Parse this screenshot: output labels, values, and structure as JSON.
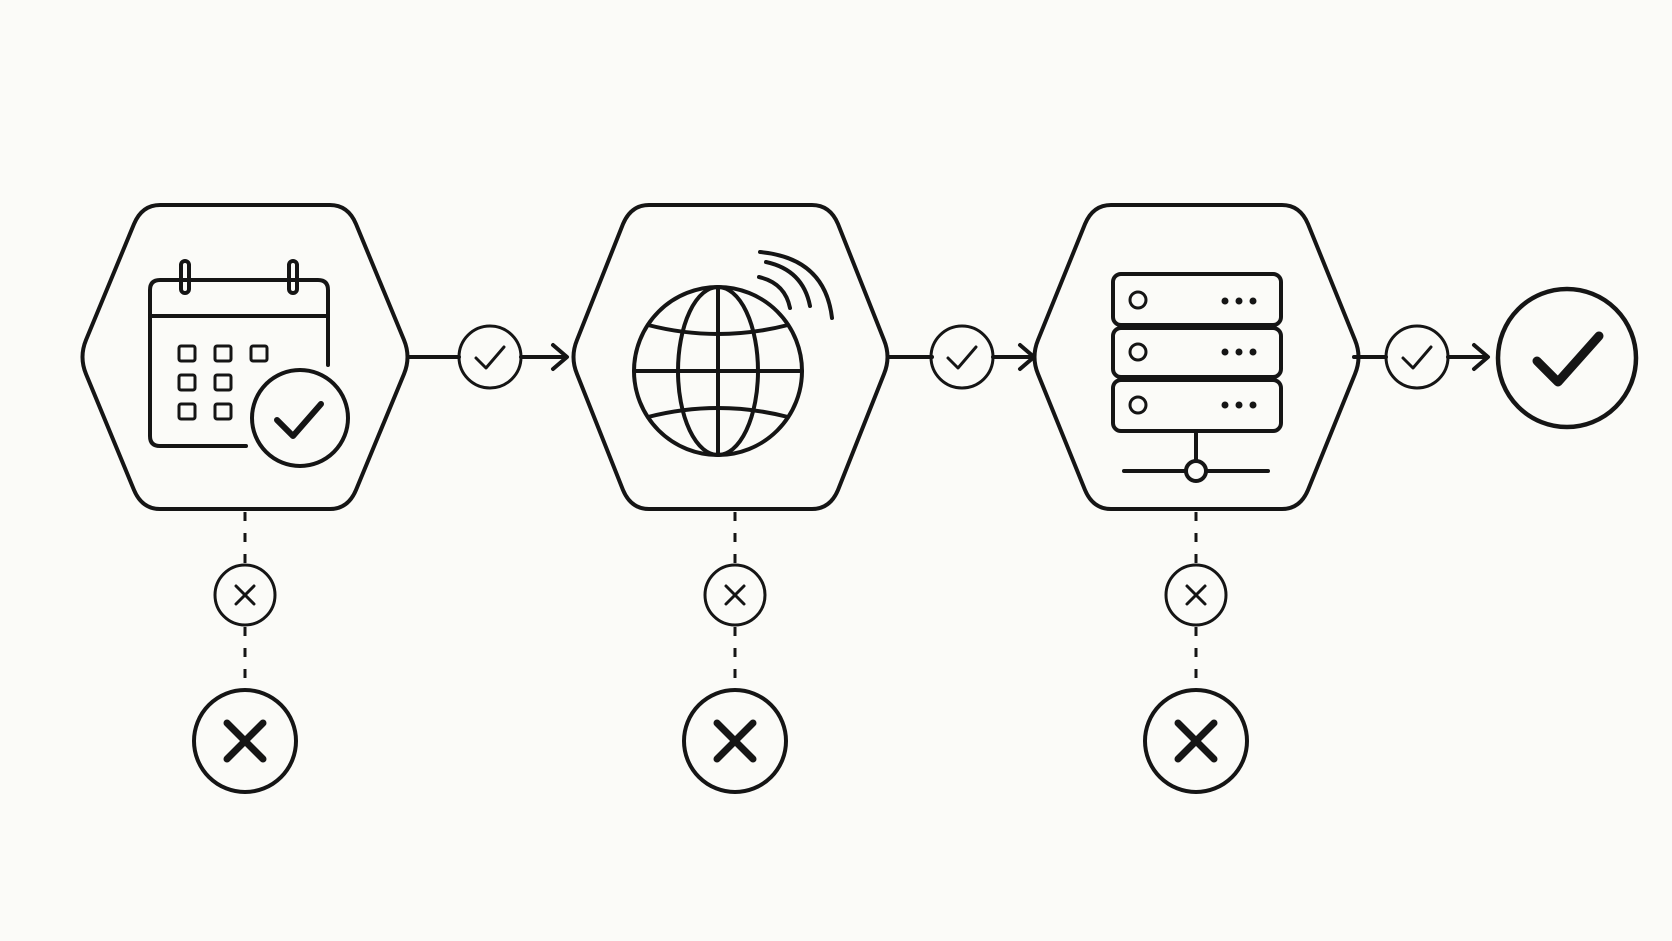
{
  "diagram": {
    "stages": [
      {
        "id": "schedule",
        "icon": "calendar-check-icon",
        "highlight": false
      },
      {
        "id": "network",
        "icon": "globe-signal-icon",
        "highlight": false
      },
      {
        "id": "server",
        "icon": "server-rack-icon",
        "highlight": true
      }
    ],
    "outcome": {
      "icon": "check-circle-icon"
    },
    "colors": {
      "stroke": "#151515",
      "background": "#fbfbf8",
      "node_fill": "#ffffff",
      "highlight_fill": "#dcdde1"
    }
  }
}
